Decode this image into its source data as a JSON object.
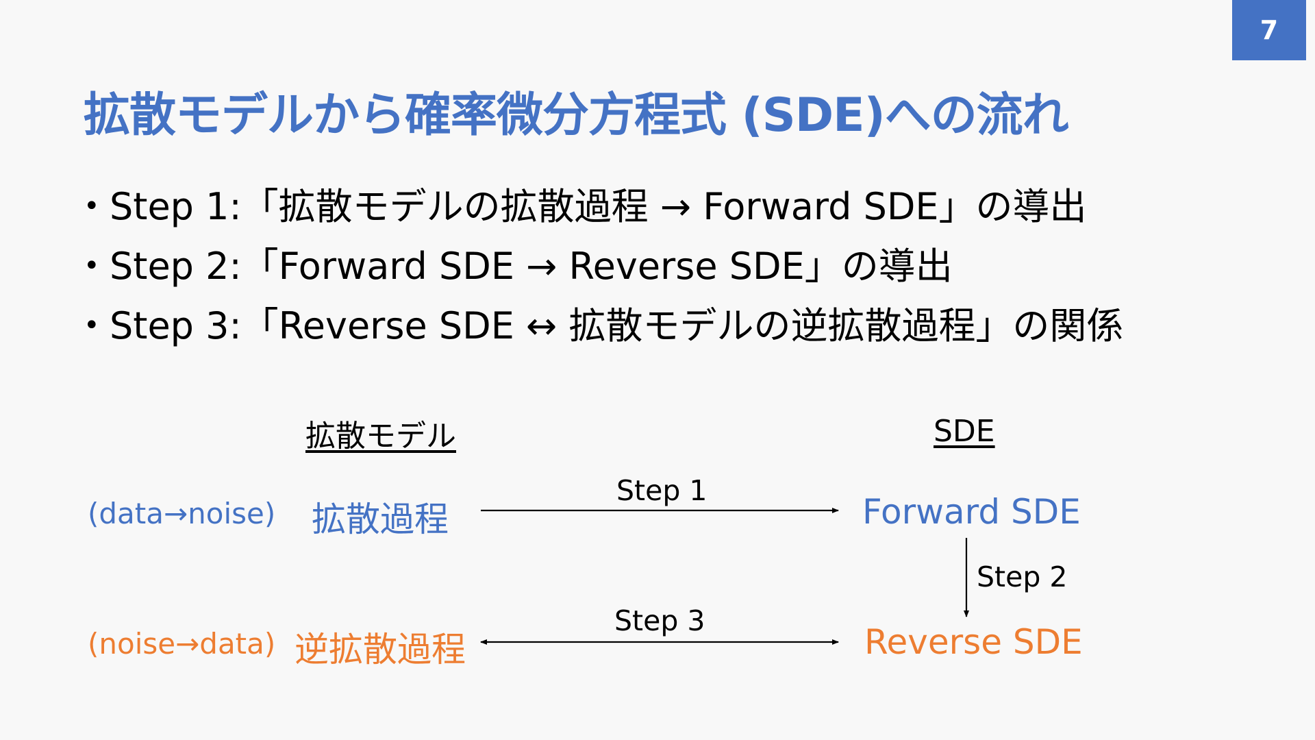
{
  "page_number": "7",
  "title": "拡散モデルから確率微分方程式 (SDE)への流れ",
  "bullets": [
    "Step 1:「拡散モデルの拡散過程 → Forward SDE」の導出",
    "Step 2:「Forward SDE → Reverse SDE」の導出",
    "Step 3:「Reverse SDE ↔ 拡散モデルの逆拡散過程」の関係"
  ],
  "diagram": {
    "left_header": "拡散モデル",
    "right_header": "SDE",
    "row1_label": "(data→noise)",
    "row2_label": "(noise→data)",
    "diffusion_process": "拡散過程",
    "reverse_diffusion_process": "逆拡散過程",
    "forward_sde": "Forward SDE",
    "reverse_sde": "Reverse SDE",
    "step1": "Step 1",
    "step2": "Step 2",
    "step3": "Step 3"
  },
  "colors": {
    "accent_blue": "#4472c4",
    "accent_orange": "#ed7d31",
    "background": "#f8f8f8"
  }
}
